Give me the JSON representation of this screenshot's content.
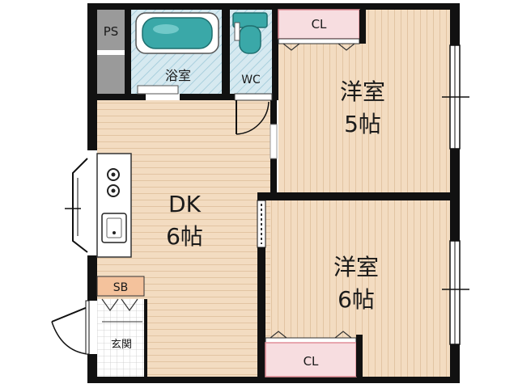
{
  "floorplan": {
    "colors": {
      "floor": "#f3dcc1",
      "wall": "#111111",
      "closet_fill": "#f7dde0",
      "closet_border": "#e28e98",
      "bath_fill": "#cfe6ee",
      "tub_fill": "#3aa8a8",
      "sb_fill": "#f4c29c",
      "grey_block": "#9a9a9a"
    },
    "rooms": {
      "western_5": {
        "name": "洋室",
        "size": "5帖"
      },
      "western_6": {
        "name": "洋室",
        "size": "6帖"
      },
      "dk": {
        "name": "DK",
        "size": "6帖"
      },
      "bath": {
        "name": "浴室"
      },
      "wc": {
        "name": "WC"
      },
      "entrance": {
        "name": "玄関"
      }
    },
    "labels": {
      "ps": "PS",
      "sb": "SB",
      "closet_top": "CL",
      "closet_bottom": "CL"
    },
    "icons": {
      "stove": "stove-icon",
      "sink": "sink-icon",
      "toilet": "toilet-icon",
      "bathtub": "bathtub-icon"
    }
  }
}
